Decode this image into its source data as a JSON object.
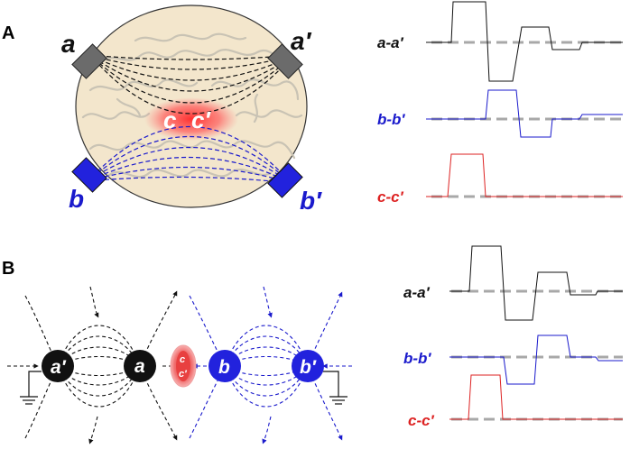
{
  "panels": {
    "A": "A",
    "B": "B"
  },
  "panel_a": {
    "electrodes": {
      "a": "a",
      "a_prime": "a′",
      "b": "b",
      "b_prime": "b′",
      "c": "c",
      "c_prime": "c′"
    }
  },
  "traces": {
    "aa": "a-a′",
    "bb": "b-b′",
    "cc": "c-c′"
  },
  "panel_b": {
    "nodes": {
      "a_prime": "a′",
      "a": "a",
      "b": "b",
      "b_prime": "b′",
      "c": "c",
      "c_prime": "c′"
    }
  },
  "colors": {
    "black": "#111111",
    "blue": "#1a1acc",
    "red": "#dd2222",
    "baseline": "#a8a8a8",
    "electrode_gray": "#6b6b6b",
    "skull": "#f3e6cc"
  }
}
